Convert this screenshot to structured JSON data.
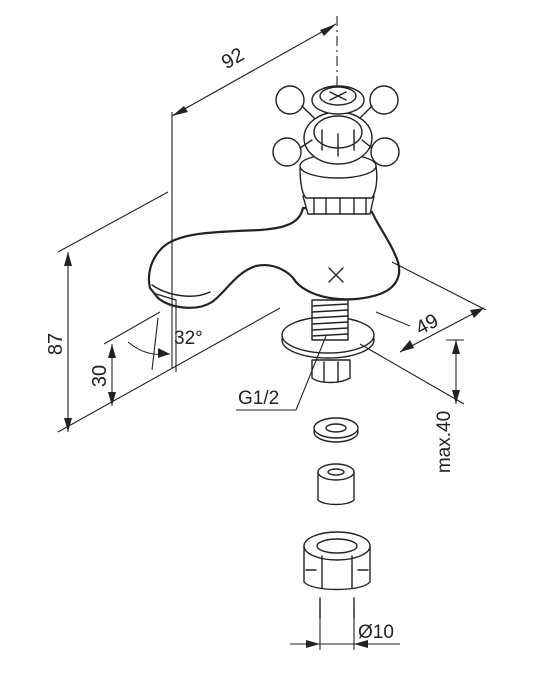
{
  "dimensions": {
    "width_top": "92",
    "height_total": "87",
    "height_spout": "30",
    "spout_angle": "32°",
    "base_offset": "49",
    "max_thickness": "max.40",
    "thread": "G1/2",
    "pipe_diameter": "Ø10"
  },
  "colors": {
    "line": "#222222",
    "background": "#ffffff"
  }
}
